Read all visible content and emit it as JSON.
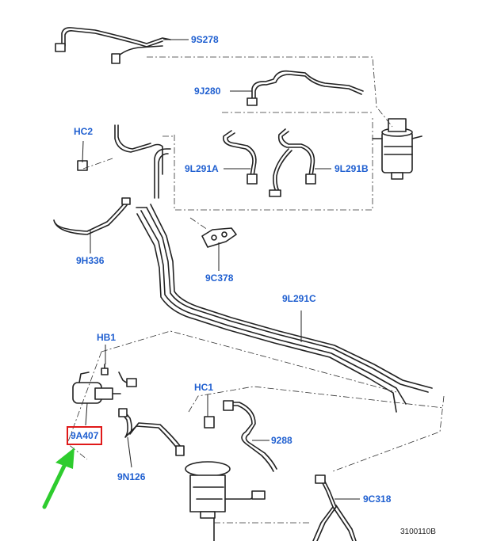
{
  "labels": {
    "p_9S278": "9S278",
    "p_9J280": "9J280",
    "p_HC2": "HC2",
    "p_9L291A": "9L291A",
    "p_9L291B": "9L291B",
    "p_9H336": "9H336",
    "p_9C378": "9C378",
    "p_9L291C": "9L291C",
    "p_HB1": "HB1",
    "p_HC1": "HC1",
    "p_9A407": "9A407",
    "p_9288": "9288",
    "p_9N126": "9N126",
    "p_9C318": "9C318"
  },
  "illustration_code": "3100110B",
  "colors": {
    "callout_text": "#1f5fd0",
    "highlight_box": "#e01919",
    "pointer_arrow": "#2ecc2e",
    "line_art": "#222222"
  }
}
